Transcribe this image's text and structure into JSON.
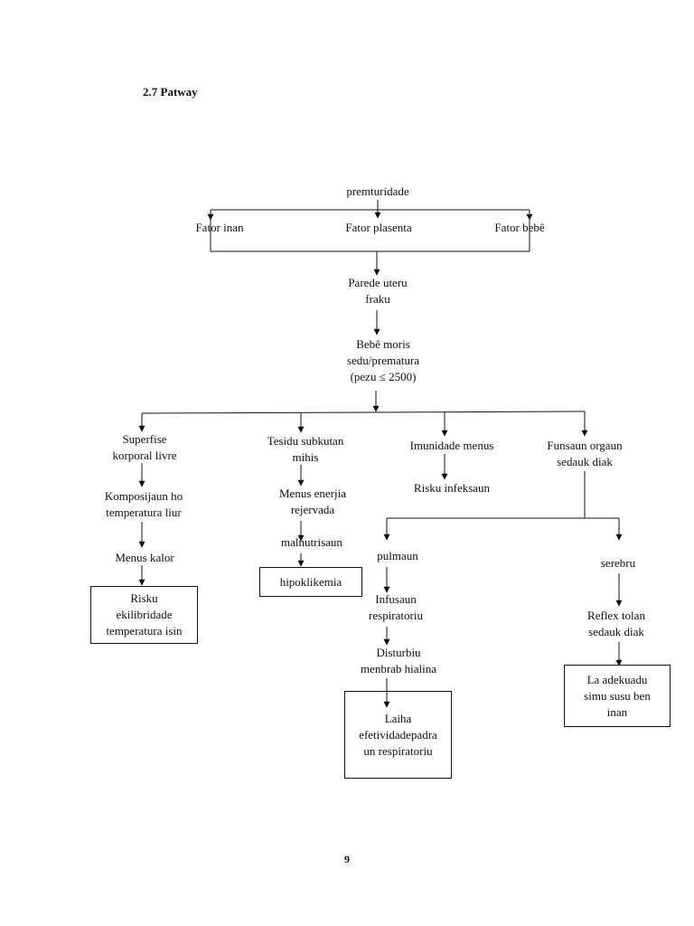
{
  "heading": "2.7 Patway",
  "page_number": "9",
  "nodes": {
    "premturidade": [
      "premturidade"
    ],
    "fator_inan": [
      "Fator inan"
    ],
    "fator_plasenta": [
      "Fator plasenta"
    ],
    "fator_bebe": [
      "Fator bebê"
    ],
    "parede_uteru": [
      "Parede uteru",
      "fraku"
    ],
    "bebe_moris": [
      "Bebê moris",
      "sedu/prematura",
      "(pezu ≤ 2500)"
    ],
    "superfise": [
      "Superfise",
      "korporal livre"
    ],
    "komposijaun": [
      "Komposijaun ho",
      "temperatura liur"
    ],
    "menus_kalor": [
      "Menus kalor"
    ],
    "risku_ekilibridade": [
      "Risku",
      "ekilibridade",
      "temperatura isin"
    ],
    "tesidu": [
      "Tesidu subkutan",
      "mihis"
    ],
    "menus_enerjia": [
      "Menus enerjia",
      "rejervada"
    ],
    "malnutrisaun": [
      "malnutrisaun"
    ],
    "hipoklikemia": [
      "hipoklikemia"
    ],
    "imunidade": [
      "Imunidade menus"
    ],
    "risku_infeksaun": [
      "Risku infeksaun"
    ],
    "funsaun": [
      "Funsaun orgaun",
      "sedauk diak"
    ],
    "pulmaun": [
      "pulmaun"
    ],
    "infusaun": [
      "Infusaun",
      "respiratoriu"
    ],
    "disturbiu": [
      "Disturbiu",
      "menbrab hialina"
    ],
    "laiha": [
      "Laiha",
      "efetividadepadra",
      "un respiratoriu"
    ],
    "serebru": [
      "serebru"
    ],
    "reflex": [
      "Reflex tolan",
      "sedauk diak"
    ],
    "adekuadu": [
      "La adekuadu",
      "simu susu ben",
      "inan"
    ]
  }
}
